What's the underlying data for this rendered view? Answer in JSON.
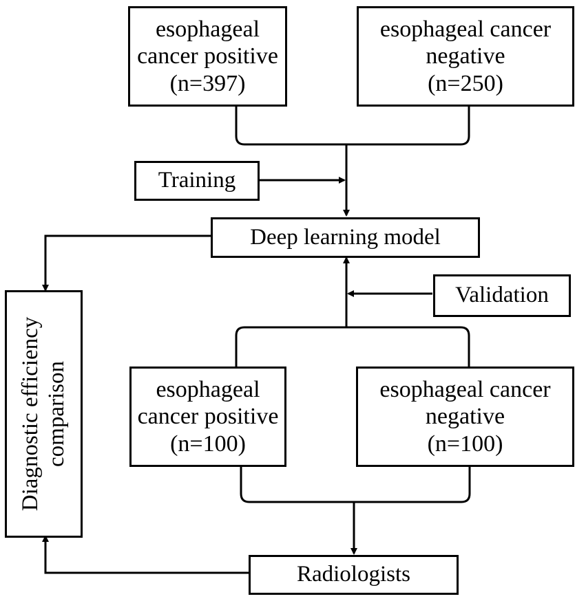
{
  "boxes": {
    "train_positive": {
      "line1": "esophageal",
      "line2": "cancer positive",
      "line3": "(n=397)"
    },
    "train_negative": {
      "line1": "esophageal cancer",
      "line2": "negative",
      "line3": "(n=250)"
    },
    "training": {
      "label": "Training"
    },
    "model": {
      "label": "Deep learning  model"
    },
    "validation": {
      "label": "Validation"
    },
    "val_positive": {
      "line1": "esophageal",
      "line2": "cancer positive",
      "line3": "(n=100)"
    },
    "val_negative": {
      "line1": "esophageal cancer",
      "line2": "negative",
      "line3": "(n=100)"
    },
    "radiologists": {
      "label": "Radiologists"
    },
    "comparison": {
      "line1": "Diagnostic efficiency",
      "line2": "comparison"
    }
  }
}
